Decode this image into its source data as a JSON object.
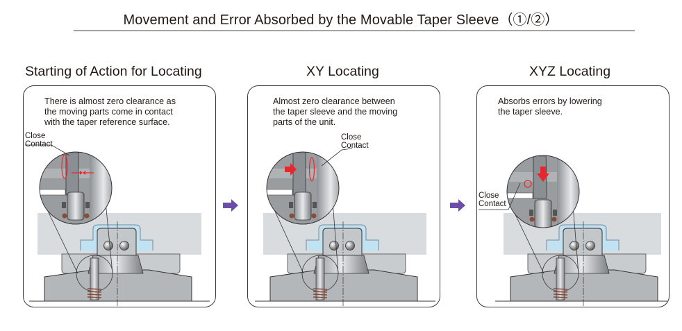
{
  "header": {
    "title": "Movement and Error Absorbed by the Movable Taper Sleeve（①/②）"
  },
  "panels": [
    {
      "title": "Starting of Action for Locating",
      "description": "There is almost zero clearance as\nthe moving parts come in contact\nwith the taper reference surface.",
      "callout": "Close\nContact",
      "indicator": "converging-arrows-icon"
    },
    {
      "title": "XY Locating",
      "description": "Almost zero clearance between\nthe taper sleeve and the moving\nparts of the unit.",
      "callout": "Close\nContact",
      "indicator": "right-arrow-icon"
    },
    {
      "title": "XYZ Locating",
      "description": "Absorbs errors by lowering\nthe taper sleeve.",
      "callout": "Close\nContact",
      "indicator": "down-arrow-icon"
    }
  ],
  "colors": {
    "flow_arrow": "#6a4ea8",
    "highlight": "#e8262d",
    "workpiece": "#d9dcde",
    "body": "#b9bcbf",
    "seal": "#bfe3f2",
    "spring": "#8a4a38"
  }
}
